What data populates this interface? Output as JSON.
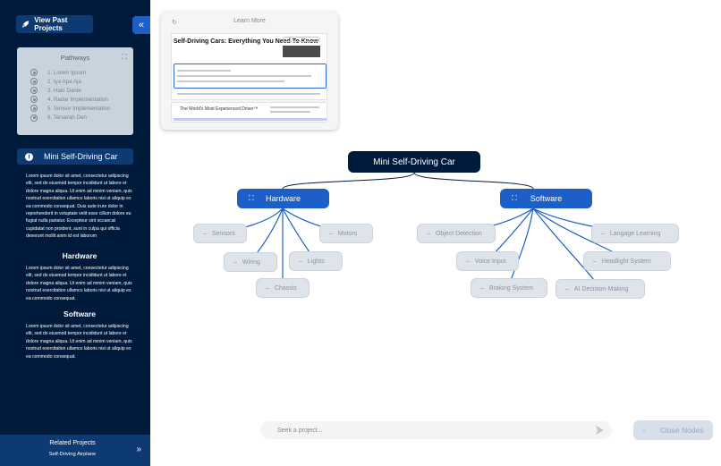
{
  "sidebar": {
    "past_projects_label": "View Past Projects",
    "collapse_icon": "double-chevron-left",
    "pathways": {
      "title": "Pathways",
      "items": [
        "1.  Lorem Ipsum",
        "2.  Iya Apa Aja",
        "3.  Halo Dante",
        "4.  Radar Implementation",
        "5.  Sensor Implementation",
        "6.  Terserah Deh"
      ]
    },
    "section_title": "Mini Self-Driving Car",
    "intro_text": "Lorem ipsum dolor sit amet, consectetur adipiscing elit, sed do eiusmod tempor incididunt ut labore et dolore magna aliqua. Ut enim ad minim veniam, quis nostrud exercitation ullamco laboris nisi ut aliquip ex ea commodo consequat. Duis aute irure dolor in reprehenderit in voluptate velit esse cillum dolore eu fugiat nulla pariatur. Excepteur sint occaecat cupidatat non proident, sunt in culpa qui officia deserunt mollit anim id est laborum",
    "hardware_title": "Hardware",
    "hardware_text": "Lorem ipsum dolor sit amet, consectetur adipiscing elit, sed do eiusmod tempor incididunt ut labore et dolore magna aliqua. Ut enim ad minim veniam, quis nostrud exercitation ullamco laboris nisi ut aliquip ex ea commodo consequat.",
    "software_title": "Software",
    "software_text": "Lorem ipsum dolor sit amet, consectetur adipiscing elit, sed do eiusmod tempor incididunt ut labore et dolore magna aliqua. Ut enim ad minim veniam, quis nostrud exercitation ullamco laboris nisi ut aliquip ex ea commodo consequat.",
    "related": {
      "title": "Related Projects",
      "project": "Self-Driving Airplane"
    }
  },
  "learn_more": {
    "title": "Learn More",
    "article_title": "Self-Driving Cars: Everything You Need To Know",
    "ad_text": "The World's Most Experienced Driver™"
  },
  "mindmap": {
    "root": "Mini Self-Driving Car",
    "hardware": {
      "label": "Hardware",
      "children": [
        "Sensors",
        "Wiring",
        "Chassis",
        "Lights",
        "Motors"
      ]
    },
    "software": {
      "label": "Software",
      "children": [
        "Object Detection",
        "Voice Input",
        "Braking System",
        "AI Decision-Making",
        "Headlight System",
        "Langage Learning"
      ]
    }
  },
  "search": {
    "placeholder": "Seek a project..."
  },
  "close_nodes_label": "Close Nodes",
  "colors": {
    "navy": "#001a3b",
    "accent": "#1e5fc7",
    "leaf": "#dfe3ea"
  }
}
